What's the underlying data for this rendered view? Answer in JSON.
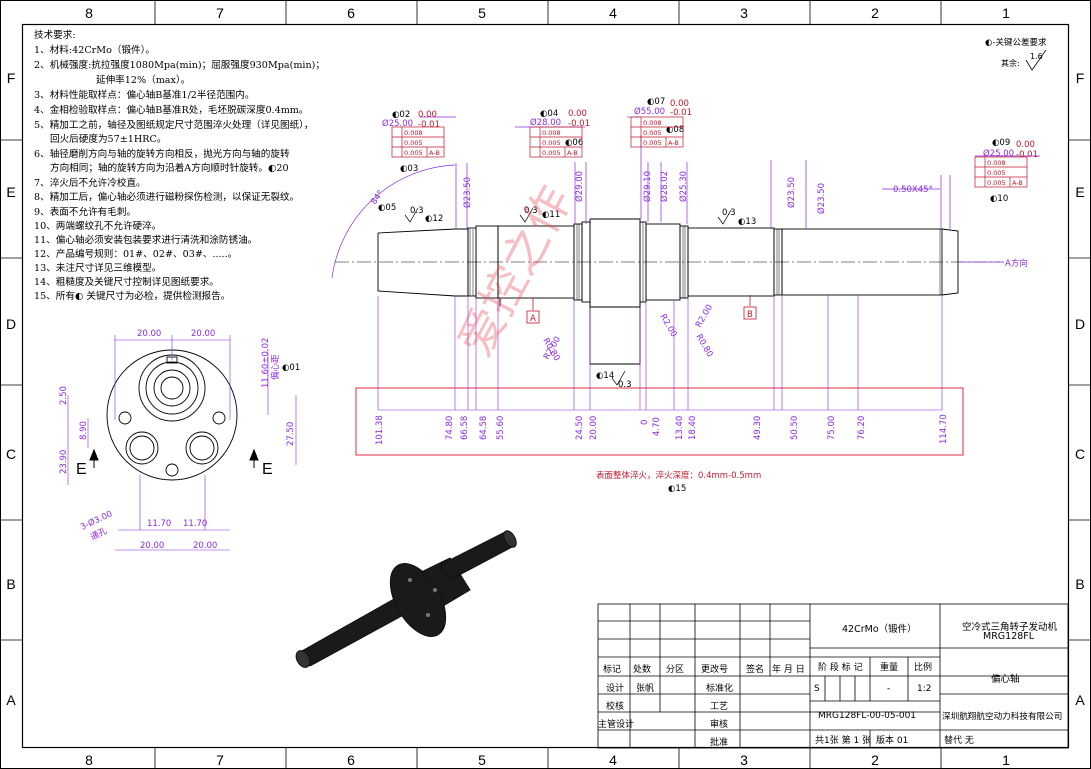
{
  "border": {
    "zones_top": [
      "8",
      "7",
      "6",
      "5",
      "4",
      "3",
      "2",
      "1"
    ],
    "zones_side": [
      "F",
      "E",
      "D",
      "C",
      "B",
      "A"
    ]
  },
  "requirements": {
    "title": "技术要求:",
    "lines": [
      "1、材料:42CrMo（锻件）。",
      "2、机械强度:抗拉强度1080Mpa(min)；屈服强度930Mpa(min)；",
      "延伸率12%（max）。",
      "3、材料性能取样点：偏心轴B基准1/2半径范围内。",
      "4、金相检验取样点：偏心轴B基准R处，毛坯脱碳深度0.4mm。",
      "5、精加工之前，轴径及图纸规定尺寸范围淬火处理（详见图纸），",
      "回火后硬度为57±1HRC。",
      "6、轴径磨削方向与轴的旋转方向相反，抛光方向与轴的旋转",
      "方向相同；轴的旋转方向为沿着A方向顺时针旋转。◐20",
      "7、淬火后不允许冷校直。",
      "8、精加工后，偏心轴必须进行磁粉探伤检测，以保证无裂纹。",
      "9、表面不允许有毛刺。",
      "10、两端螺纹孔不允许硬淬。",
      "11、偏心轴必须安装包装要求进行清洗和涂防锈油。",
      "12、产品编号规则：01#、02#、03#、.....。",
      "13、未注尺寸详见三维模型。",
      "14、粗糙度及关键尺寸控制详见图纸要求。",
      "15、所有◐ 关键尺寸为必检，提供检测报告。"
    ]
  },
  "top_right": {
    "key_note": "◐-关键公差要求",
    "other_label": "其余:",
    "roughness": "1.6"
  },
  "main_view": {
    "callouts": {
      "c02": "◐02",
      "c02_dia": "Ø25.00",
      "c02_tol_up": "0.00",
      "c02_tol_dn": "-0.01",
      "c04": "◐04",
      "c04_dia": "Ø28.00",
      "c04_tol_up": "0.00",
      "c04_tol_dn": "-0.01",
      "c06": "◐06",
      "c07": "◐07",
      "c07_dia": "Ø55.00",
      "c07_tol_up": "0.00",
      "c07_tol_dn": "-0.01",
      "c08": "◐08",
      "c09": "◐09",
      "c09_dia": "Ø25.00",
      "c09_tol_up": "0.00",
      "c09_tol_dn": "-0.01",
      "c10": "◐10",
      "c03": "◐03",
      "c05": "◐05",
      "c12": "◐12",
      "c11": "◐11",
      "c13": "◐13",
      "c14": "◐14",
      "c15": "◐15",
      "gdt_flat": "0.008",
      "gdt_straight": "0.005",
      "gdt_runout": "0.005",
      "gdt_ref": "A-B"
    },
    "roughness": [
      "0.3",
      "0.3",
      "0.3",
      "0.3"
    ],
    "diameters": [
      "Ø23.50",
      "Ø29.00",
      "Ø29.10",
      "Ø28.02",
      "Ø25.30",
      "Ø23.50",
      "Ø23.50"
    ],
    "angle": "84°",
    "chamfer": "0.50X45°",
    "direction": "A方向",
    "datum_a": "A",
    "datum_b": "B",
    "radii": [
      "R0.80",
      "R2.00",
      "R2.00",
      "R2.00",
      "R0.80"
    ],
    "axial_dims": [
      "101.38",
      "74.80",
      "66.58",
      "64.58",
      "55.60",
      "24.50",
      "20.00",
      "0",
      "4.70",
      "13.40",
      "18.40",
      "49.30",
      "50.50",
      "75.00",
      "76.20",
      "114.70"
    ],
    "quench_note": "表面整体淬火，淬火深度：0.4mm-0.5mm"
  },
  "end_view": {
    "dims": [
      "20.00",
      "20.00",
      "20.00",
      "20.00",
      "2.50",
      "8.90",
      "23.90",
      "27.50",
      "11.70",
      "11.70"
    ],
    "eccentric": "11.60±0.02",
    "eccentric_label": "偏心距",
    "c01": "◐01",
    "section_label": "E",
    "hole_note": "3-Ø3.00",
    "hole_sub": "通孔"
  },
  "watermark": "爱控之作",
  "title_block": {
    "material": "42CrMo（锻件）",
    "product": "空冷式三角转子发动机",
    "model": "MRG128FL",
    "part_name": "偏心轴",
    "drawing_no": "MRG128FL-00-05-001",
    "company": "深圳航翔航空动力科技有限公司",
    "h_mark": "标记",
    "h_count": "处数",
    "h_zone": "分区",
    "h_doc": "更改号",
    "h_sign": "签名",
    "h_date": "年 月 日",
    "stage_label": "阶 段 标 记",
    "weight_label": "重量",
    "scale_label": "比例",
    "stage_s": "S",
    "weight": "-",
    "scale": "1:2",
    "design_label": "设计",
    "designer": "张帆",
    "std_label": "标准化",
    "check_label": "校核",
    "process_label": "工艺",
    "chief_label": "主管设计",
    "review_label": "审核",
    "approve_label": "批准",
    "sheets": "共1张   第 1 张",
    "version": "版本 01",
    "replace": "替代  无"
  }
}
